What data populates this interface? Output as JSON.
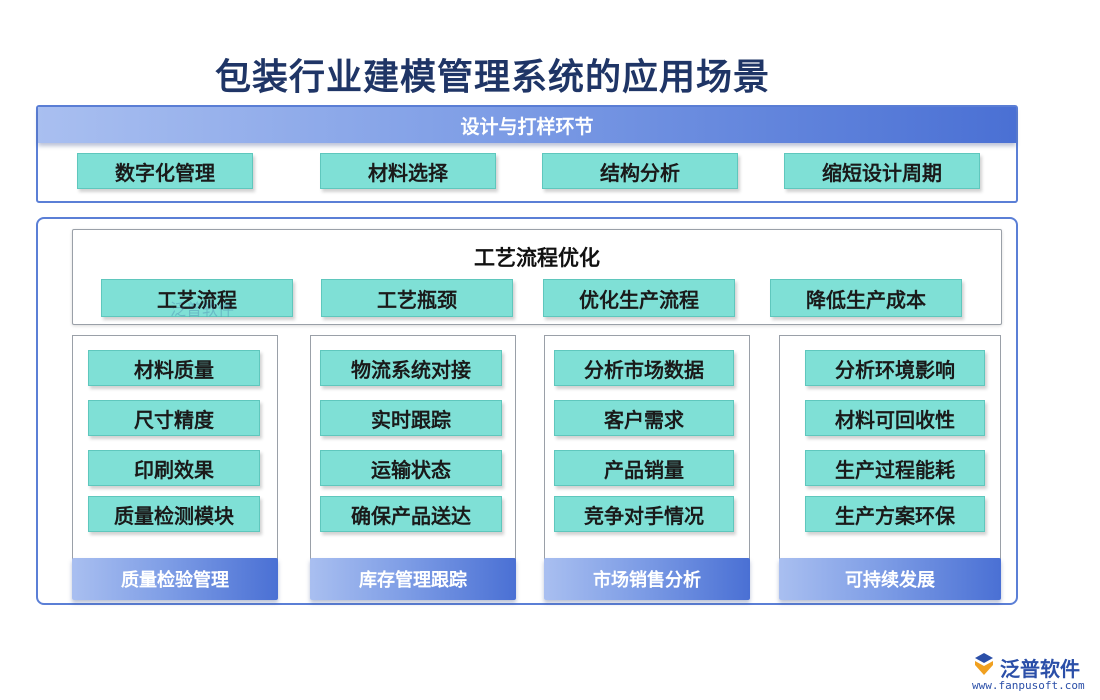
{
  "title": "包装行业建模管理系统的应用场景",
  "design": {
    "header": "设计与打样环节",
    "items": [
      "数字化管理",
      "材料选择",
      "结构分析",
      "缩短设计周期"
    ]
  },
  "craft": {
    "header": "工艺流程优化",
    "items": [
      "工艺流程",
      "工艺瓶颈",
      "优化生产流程",
      "降低生产成本"
    ]
  },
  "columns": [
    {
      "footer": "质量检验管理",
      "items": [
        "材料质量",
        "尺寸精度",
        "印刷效果",
        "质量检测模块"
      ]
    },
    {
      "footer": "库存管理跟踪",
      "items": [
        "物流系统对接",
        "实时跟踪",
        "运输状态",
        "确保产品送达"
      ]
    },
    {
      "footer": "市场销售分析",
      "items": [
        "分析市场数据",
        "客户需求",
        "产品销量",
        "竞争对手情况"
      ]
    },
    {
      "footer": "可持续发展",
      "items": [
        "分析环境影响",
        "材料可回收性",
        "生产过程能耗",
        "生产方案环保"
      ]
    }
  ],
  "logo": {
    "name": "泛普软件",
    "url": "www.fanpusoft.com"
  },
  "watermark": "泛普软件",
  "colors": {
    "accent": "#4a70d4",
    "chip": "#7fe0d6",
    "title": "#1f3566"
  }
}
